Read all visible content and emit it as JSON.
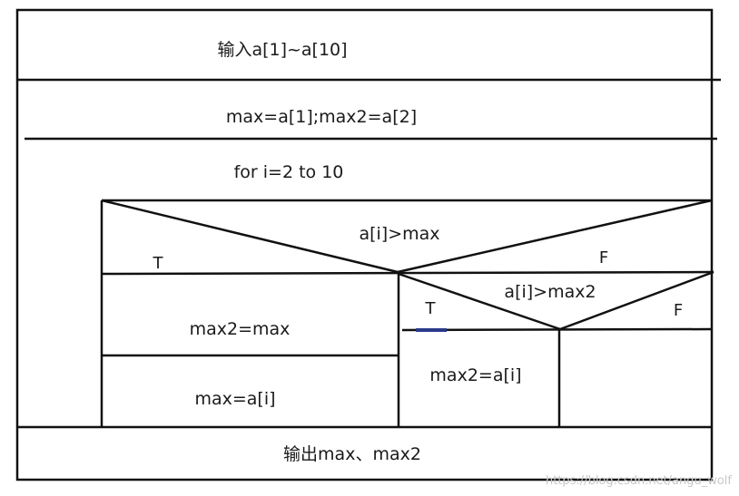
{
  "diagram": {
    "input_block": "输入a[1]~a[10]",
    "init_block": "max=a[1];max2=a[2]",
    "loop_header": "for i=2 to 10",
    "outer_condition": "a[i]>max",
    "outer_true": "T",
    "outer_false": "F",
    "left_step1": "max2=max",
    "left_step2": "max=a[i]",
    "inner_condition": "a[i]>max2",
    "inner_true": "T",
    "inner_false": "F",
    "inner_true_step": "max2=a[i]",
    "output_block": "输出max、max2"
  },
  "watermark": "https://blog.csdn.net/angu_wolf",
  "colors": {
    "line": "#111111",
    "accent_mark": "#2a3a8a"
  }
}
